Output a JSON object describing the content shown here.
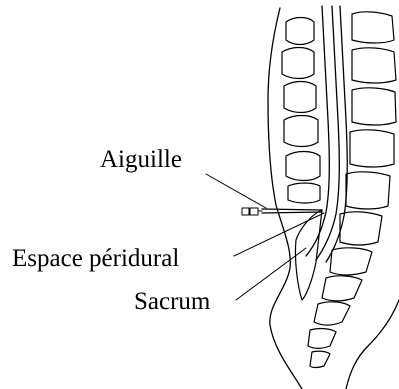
{
  "diagram": {
    "labels": {
      "needle": "Aiguille",
      "epidural_space": "Espace péridural",
      "sacrum": "Sacrum"
    },
    "colors": {
      "line": "#000000",
      "background": "#ffffff"
    }
  }
}
